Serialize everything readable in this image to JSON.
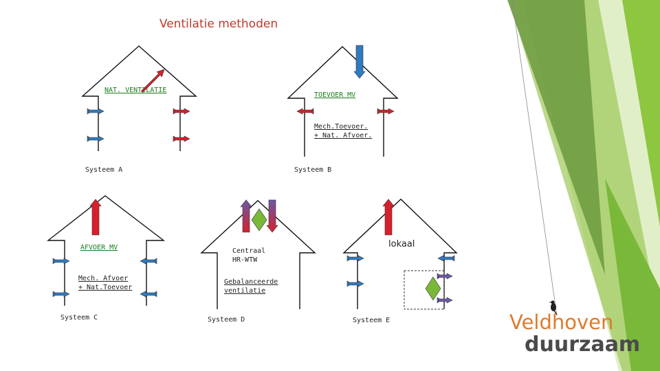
{
  "title": "Ventilatie methoden",
  "colors": {
    "red": "#d81f2a",
    "blue": "#2f7bbf",
    "purple": "#6a5aa8",
    "green_valve": "#7ab83a",
    "accent_green": "#8dc63f",
    "label_green": "#1a7a1a",
    "logo_orange": "#e07a2a",
    "logo_gray": "#4a4a4a"
  },
  "systems": {
    "a": {
      "label": "Systeem A",
      "type": "NAT. VENTILATIE"
    },
    "b": {
      "label": "Systeem B",
      "type": "TOEVOER MV",
      "desc1": "Mech.Toevoer.",
      "desc2": "+ Nat. Afvoer."
    },
    "c": {
      "label": "Systeem C",
      "type": "AFVOER MV",
      "desc1": "Mech. Afvoer",
      "desc2": "+ Nat.Toevoer"
    },
    "d": {
      "label": "Systeem D",
      "type1": "Centraal",
      "type2": "HR-WTW",
      "desc1": "Gebalanceerde",
      "desc2": "ventilatie"
    },
    "e": {
      "label": "Systeem E",
      "type": "lokaal"
    }
  },
  "logo": {
    "line1": "Veldhoven",
    "line2": "duurzaam",
    "bird_icon": "bird-icon"
  }
}
